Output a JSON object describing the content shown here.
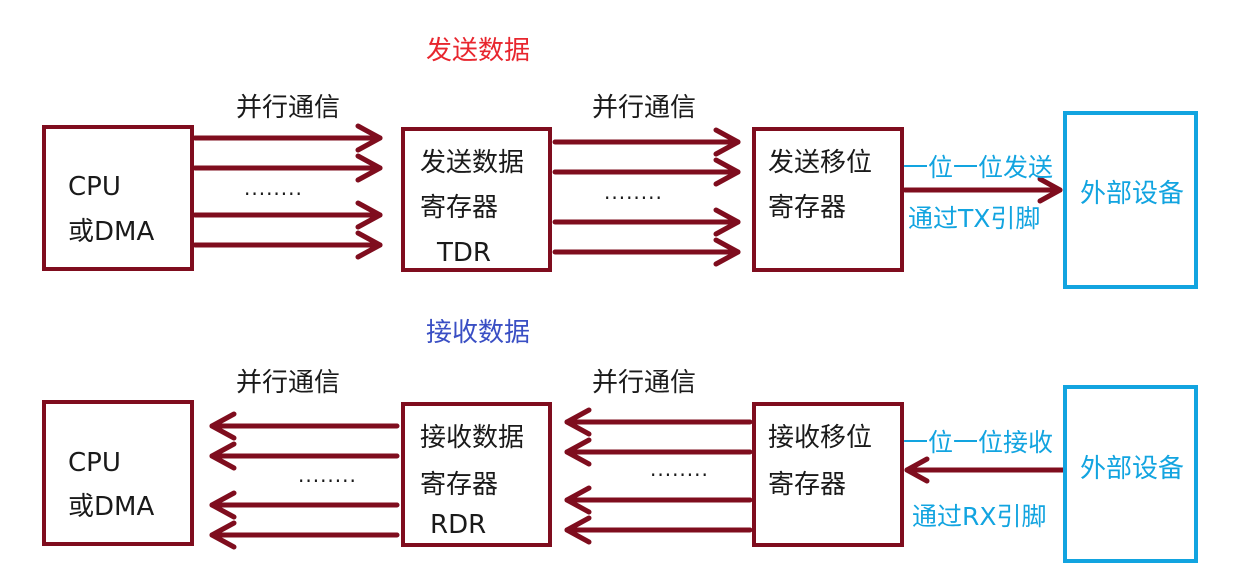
{
  "colors": {
    "box_border": "#7f0d1e",
    "arrow": "#7f0d1e",
    "external_border": "#12a4e0",
    "external_text": "#12a4e0",
    "title_send": "#e8262e",
    "title_recv": "#3a4fc4"
  },
  "send": {
    "title": "发送数据",
    "cpu": {
      "line1": "CPU",
      "line2": "或DMA"
    },
    "parallel_label_1": "并行通信",
    "parallel_label_2": "并行通信",
    "dots_1": "........",
    "dots_2": "........",
    "register": {
      "line1": "发送数据",
      "line2": "寄存器",
      "line3": "TDR"
    },
    "shift": {
      "line1": "发送移位",
      "line2": "寄存器"
    },
    "serial_label": "一位一位发送",
    "pin_label": "通过TX引脚",
    "external": "外部设备"
  },
  "recv": {
    "title": "接收数据",
    "cpu": {
      "line1": "CPU",
      "line2": "或DMA"
    },
    "parallel_label_1": "并行通信",
    "parallel_label_2": "并行通信",
    "dots_1": "........",
    "dots_2": "........",
    "register": {
      "line1": "接收数据",
      "line2": "寄存器",
      "line3": "RDR"
    },
    "shift": {
      "line1": "接收移位",
      "line2": "寄存器"
    },
    "serial_label": "一位一位接收",
    "pin_label": "通过RX引脚",
    "external": "外部设备"
  }
}
